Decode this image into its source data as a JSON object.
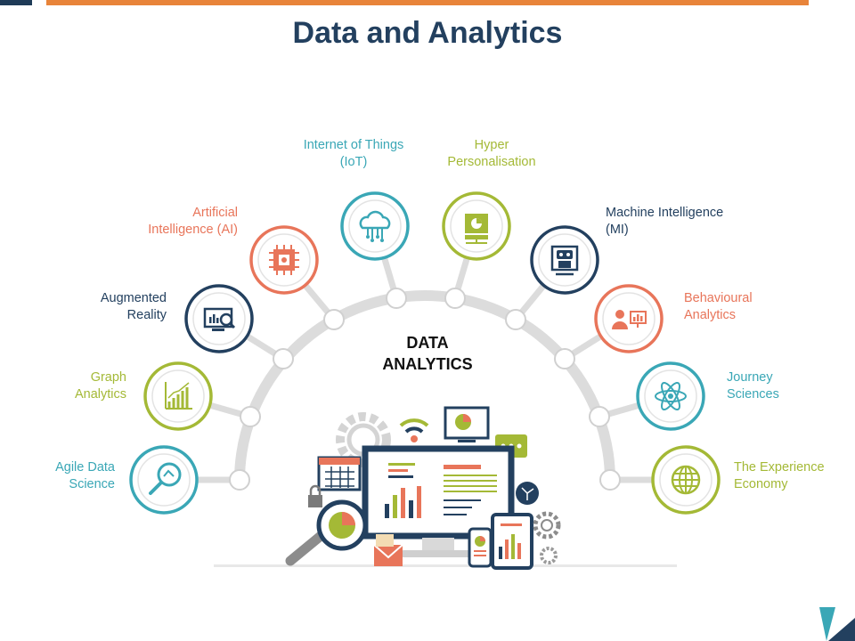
{
  "title": "Data and Analytics",
  "center": {
    "line1": "DATA",
    "line2": "ANALYTICS"
  },
  "colors": {
    "orange": "#e8843a",
    "teal": "#3aa7b6",
    "green": "#a4b936",
    "navy": "#23405f",
    "coral": "#e8755a"
  },
  "items": [
    {
      "lines": [
        "Agile Data",
        "Science"
      ],
      "color": "#3aa7b6",
      "icon": "magnifier-network-icon"
    },
    {
      "lines": [
        "Graph",
        "Analytics"
      ],
      "color": "#a4b936",
      "icon": "bar-graph-icon"
    },
    {
      "lines": [
        "Augmented",
        "Reality"
      ],
      "color": "#23405f",
      "icon": "monitor-analysis-icon"
    },
    {
      "lines": [
        "Artificial",
        "Intelligence  (AI)"
      ],
      "color": "#e8755a",
      "icon": "chip-icon"
    },
    {
      "lines": [
        "Internet  of Things",
        "(IoT)"
      ],
      "color": "#3aa7b6",
      "icon": "cloud-network-icon"
    },
    {
      "lines": [
        "Hyper",
        "Personalisation"
      ],
      "color": "#a4b936",
      "icon": "server-icon"
    },
    {
      "lines": [
        "Machine Intelligence",
        "(MI)"
      ],
      "color": "#23405f",
      "icon": "robot-icon"
    },
    {
      "lines": [
        "Behavioural",
        "Analytics"
      ],
      "color": "#e8755a",
      "icon": "user-chart-icon"
    },
    {
      "lines": [
        "Journey",
        "Sciences"
      ],
      "color": "#3aa7b6",
      "icon": "atom-icon"
    },
    {
      "lines": [
        "The Experience",
        "Economy"
      ],
      "color": "#a4b936",
      "icon": "globe-icon"
    }
  ]
}
